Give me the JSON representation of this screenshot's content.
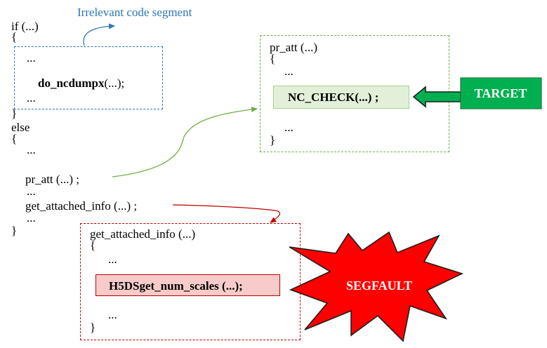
{
  "annotation": {
    "text": "Irrelevant code segment",
    "color": "#2e75b6"
  },
  "main_code": {
    "if_line": "if (...)",
    "open_brace_1": "{",
    "ellipsis_1": "...",
    "call_ncdumpx_name": "do_ncdumpx",
    "call_ncdumpx_args": "(...);",
    "ellipsis_2": "...",
    "close_brace_1": "}",
    "else_line": "else",
    "open_brace_2": "{",
    "ellipsis_3": "...",
    "pr_att_call": "pr_att (...) ;",
    "ellipsis_4": "...",
    "get_attached_info_call": "get_attached_info (...) ;",
    "ellipsis_5": "...",
    "close_brace_2": "}"
  },
  "pr_att_box": {
    "signature": "pr_att (...)",
    "open_brace": "{",
    "ellipsis_1": "...",
    "target_stmt": "NC_CHECK(...) ;",
    "ellipsis_2": "...",
    "close_brace": "}",
    "border_color": "#70ad47"
  },
  "target_label": {
    "text": "TARGET",
    "color": "#00b050"
  },
  "get_attached_info_box": {
    "signature": "get_attached_info (...)",
    "open_brace": "{",
    "ellipsis_1": "...",
    "crash_stmt": "H5DSget_num_scales (...);",
    "ellipsis_2": "...",
    "close_brace": "}",
    "border_color": "#c00000"
  },
  "segfault_label": {
    "text": "SEGFAULT",
    "color": "#ff0000"
  }
}
